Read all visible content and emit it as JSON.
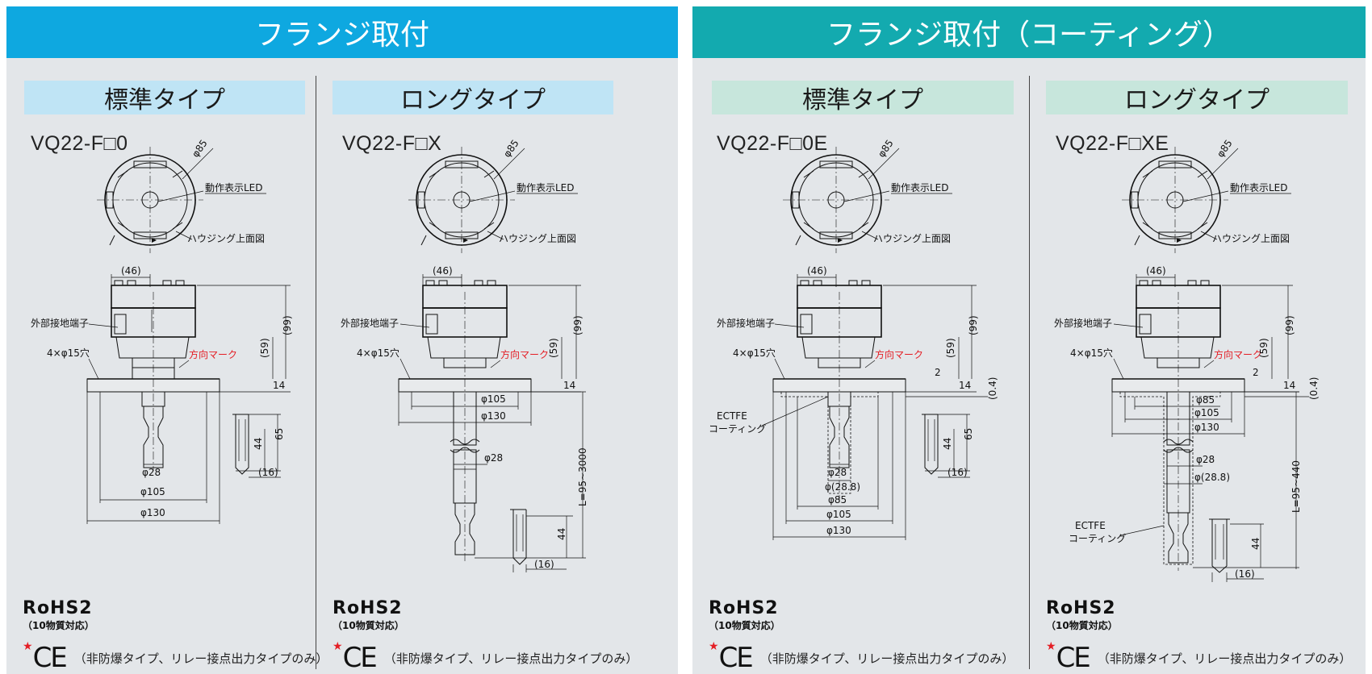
{
  "sections": [
    {
      "title": "フランジ取付",
      "panels": [
        {
          "type_label": "標準タイプ",
          "model": "VQ22-F□0",
          "labels": {
            "dia_top": "φ85",
            "led": "動作表示LED",
            "housing": "ハウジング上面図",
            "width": "(46)",
            "ground": "外部接地端子",
            "holes": "4×φ15穴",
            "direction": "方向マーク",
            "h99": "(99)",
            "h59": "(59)",
            "h14": "14",
            "h65": "65",
            "h44": "44",
            "w16": "(16)",
            "d28": "φ28",
            "d105": "φ105",
            "d130": "φ130"
          }
        },
        {
          "type_label": "ロングタイプ",
          "model": "VQ22-F□X",
          "labels": {
            "dia_top": "φ85",
            "led": "動作表示LED",
            "housing": "ハウジング上面図",
            "width": "(46)",
            "ground": "外部接地端子",
            "holes": "4×φ15穴",
            "direction": "方向マーク",
            "h99": "(99)",
            "h59": "(59)",
            "h14": "14",
            "d105": "φ105",
            "d130": "φ130",
            "d28": "φ28",
            "length": "L=95~3000",
            "h44": "44",
            "w16": "(16)"
          }
        }
      ]
    },
    {
      "title": "フランジ取付（コーティング）",
      "panels": [
        {
          "type_label": "標準タイプ",
          "model": "VQ22-F□0E",
          "labels": {
            "dia_top": "φ85",
            "led": "動作表示LED",
            "housing": "ハウジング上面図",
            "width": "(46)",
            "ground": "外部接地端子",
            "holes": "4×φ15穴",
            "direction": "方向マーク",
            "h99": "(99)",
            "h59": "(59)",
            "h2": "2",
            "h14": "14",
            "h04": "(0.4)",
            "h65": "65",
            "h44": "44",
            "w16": "(16)",
            "coating1": "ECTFE",
            "coating2": "コーティング",
            "d28": "φ28",
            "d288": "φ(28.8)",
            "d85": "φ85",
            "d105": "φ105",
            "d130": "φ130"
          }
        },
        {
          "type_label": "ロングタイプ",
          "model": "VQ22-F□XE",
          "labels": {
            "dia_top": "φ85",
            "led": "動作表示LED",
            "housing": "ハウジング上面図",
            "width": "(46)",
            "ground": "外部接地端子",
            "holes": "4×φ15穴",
            "direction": "方向マーク",
            "h99": "(99)",
            "h59": "(59)",
            "h2": "2",
            "h14": "14",
            "h04": "(0.4)",
            "d85": "φ85",
            "d105": "φ105",
            "d130": "φ130",
            "d28": "φ28",
            "d288": "φ(28.8)",
            "length": "L=95~440",
            "coating1": "ECTFE",
            "coating2": "コーティング",
            "h44": "44",
            "w16": "(16)"
          }
        }
      ]
    }
  ],
  "rohs": {
    "title": "RoHS2",
    "sub": "（10物質対応）"
  },
  "ce": {
    "star": "★",
    "mark": "CE",
    "note": "（非防爆タイプ、リレー接点出力タイプのみ）"
  }
}
